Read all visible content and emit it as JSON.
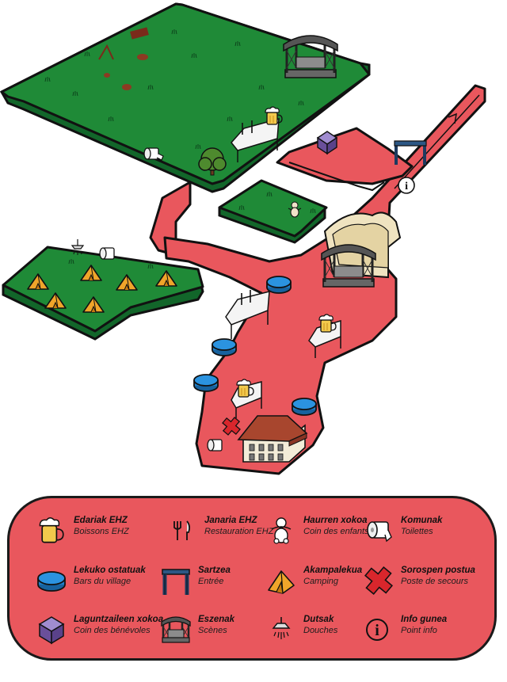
{
  "colors": {
    "road": "#e9575d",
    "grass": "#1f8a37",
    "grass_side": "#12662a",
    "outline": "#111111",
    "legend_bg": "#e9575d",
    "village_bar": "#1f80c9",
    "tent": "#f0a52a",
    "first_aid": "#d9262c",
    "volunteer": "#7b5fa8",
    "entrance": "#1e3a5f",
    "stage": "#555555",
    "beer": "#f2c94c"
  },
  "legend": {
    "items": [
      {
        "id": "drinks",
        "icon": "beer-mug-icon",
        "title": "Edariak EHZ",
        "subtitle": "Boissons EHZ"
      },
      {
        "id": "food",
        "icon": "fork-knife-icon",
        "title": "Janaria EHZ",
        "subtitle": "Restauration EHZ"
      },
      {
        "id": "kids",
        "icon": "baby-icon",
        "title": "Haurren xokoa",
        "subtitle": "Coin des enfants"
      },
      {
        "id": "toilets",
        "icon": "toilet-paper-icon",
        "title": "Komunak",
        "subtitle": "Toilettes"
      },
      {
        "id": "village-bars",
        "icon": "village-bar-icon",
        "title": "Lekuko ostatuak",
        "subtitle": "Bars du village"
      },
      {
        "id": "entrance",
        "icon": "entrance-gate-icon",
        "title": "Sartzea",
        "subtitle": "Entrée"
      },
      {
        "id": "camping",
        "icon": "tent-icon",
        "title": "Akampalekua",
        "subtitle": "Camping"
      },
      {
        "id": "first-aid",
        "icon": "first-aid-cross-icon",
        "title": "Sorospen postua",
        "subtitle": "Poste de secours"
      },
      {
        "id": "volunteers",
        "icon": "volunteer-cube-icon",
        "title": "Laguntzaileen xokoa",
        "subtitle": "Coin des bénévoles"
      },
      {
        "id": "stages",
        "icon": "stage-icon",
        "title": "Eszenak",
        "subtitle": "Scènes"
      },
      {
        "id": "showers",
        "icon": "shower-icon",
        "title": "Dutsak",
        "subtitle": "Douches"
      },
      {
        "id": "info",
        "icon": "info-icon",
        "title": "Info gunea",
        "subtitle": "Point info"
      }
    ]
  }
}
